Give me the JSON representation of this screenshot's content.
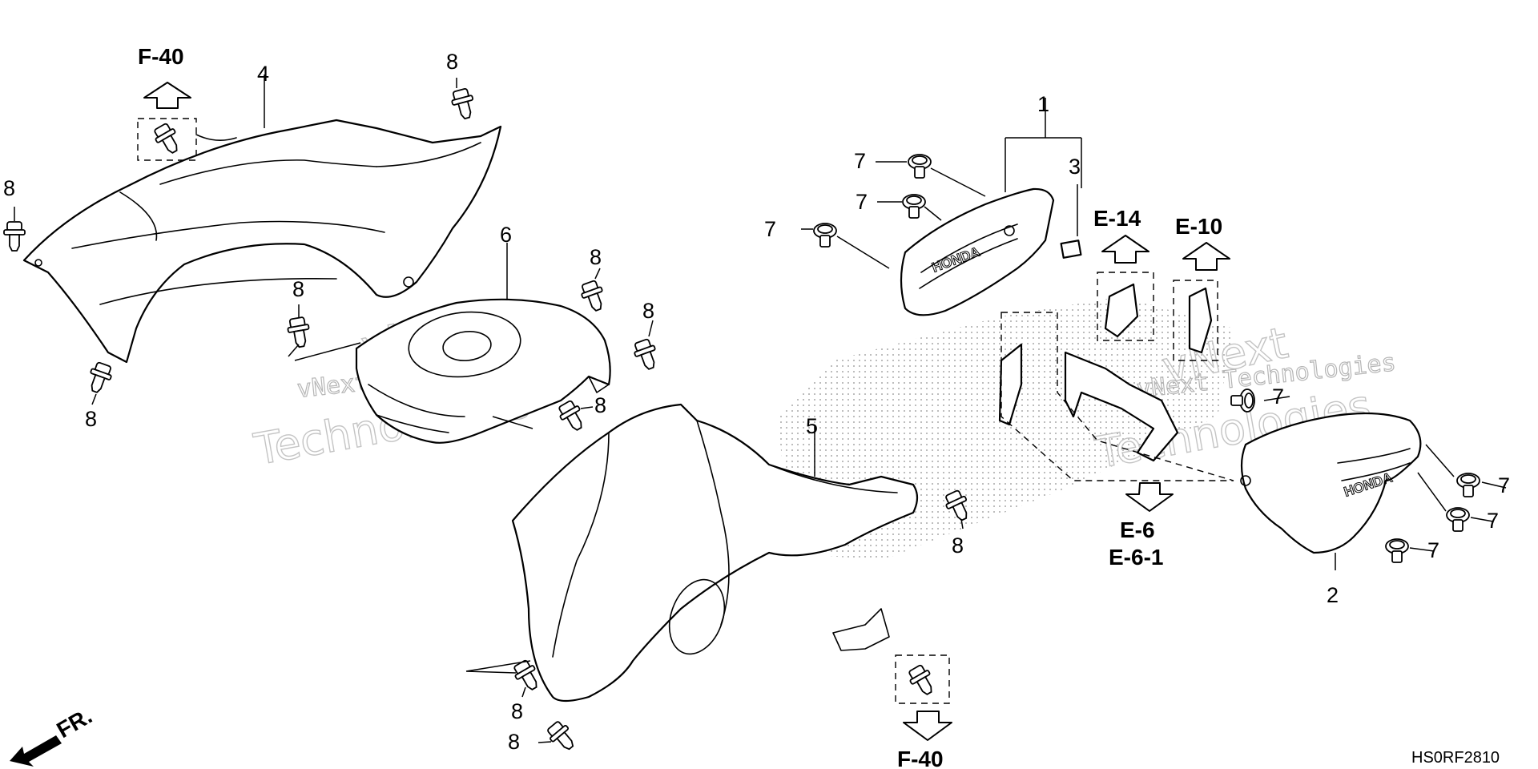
{
  "diagram": {
    "labels": {
      "p1": "1",
      "p2": "2",
      "p3": "3",
      "p4": "4",
      "p5": "5",
      "p6": "6",
      "p7": "7",
      "p8": "8"
    },
    "refs": {
      "f40": "F-40",
      "e14": "E-14",
      "e10": "E-10",
      "e6": "E-6",
      "e61": "E-6-1"
    },
    "front_marker": "FR.",
    "diagram_code": "HS0RF2810",
    "emblem_text": "HONDA",
    "watermark": {
      "line1": "vNext Technologies",
      "line2": "Technologies",
      "brand": "vNext"
    }
  }
}
